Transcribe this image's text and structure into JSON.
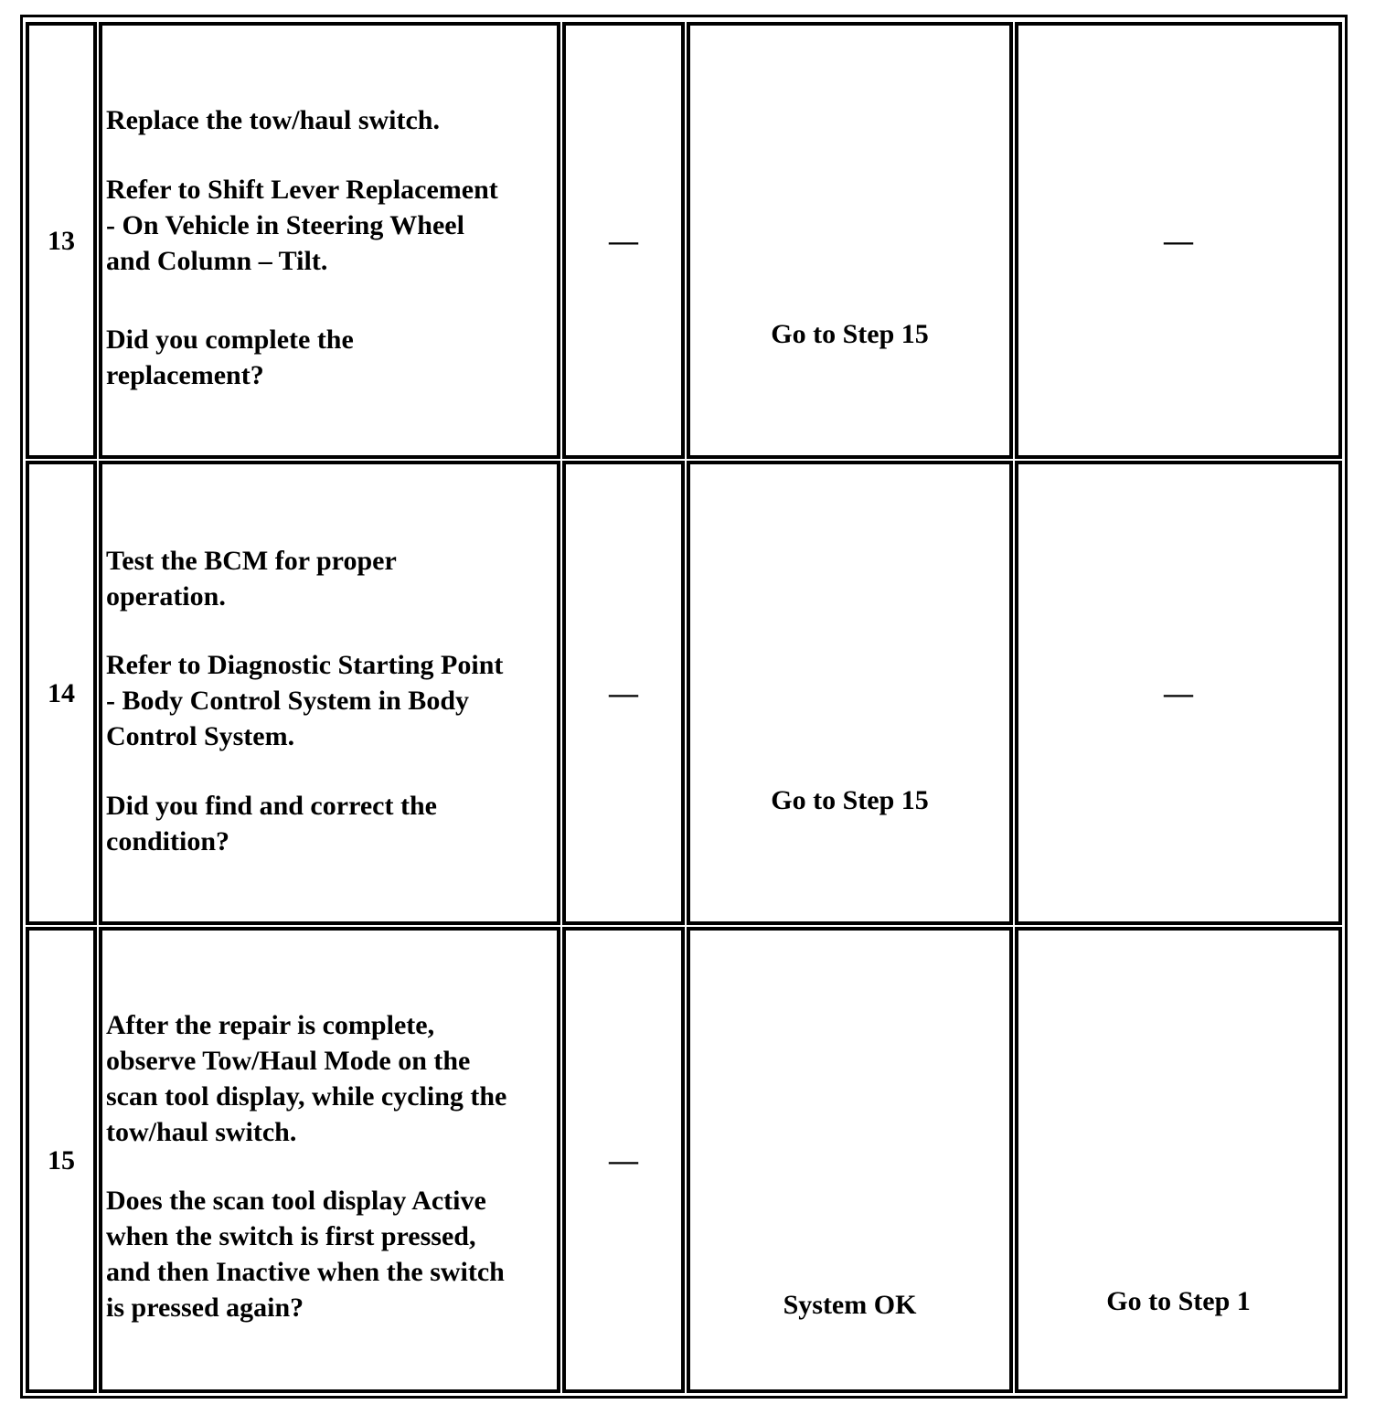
{
  "rows": [
    {
      "step": "13",
      "action": [
        "Replace the tow/haul switch.",
        "Refer to Shift Lever Replacement\n- On Vehicle in Steering Wheel\nand Column  –  Tilt.",
        "Did you complete the\nreplacement?"
      ],
      "values": "—",
      "yes": "Go to Step 15",
      "no": "—"
    },
    {
      "step": "14",
      "action": [
        "Test the BCM for proper\noperation.",
        "Refer to Diagnostic Starting Point\n- Body Control System in Body\nControl System.",
        "Did you find and correct the\ncondition?"
      ],
      "values": "—",
      "yes": "Go to Step 15",
      "no": "—"
    },
    {
      "step": "15",
      "action": [
        "After the repair is complete,\nobserve Tow/Haul Mode on the\nscan tool display, while cycling the\ntow/haul switch.",
        "Does the scan tool display Active\nwhen the switch is first pressed,\nand then Inactive when the switch\nis pressed again?"
      ],
      "values": "—",
      "yes": "System OK",
      "no": "Go to Step 1"
    }
  ]
}
